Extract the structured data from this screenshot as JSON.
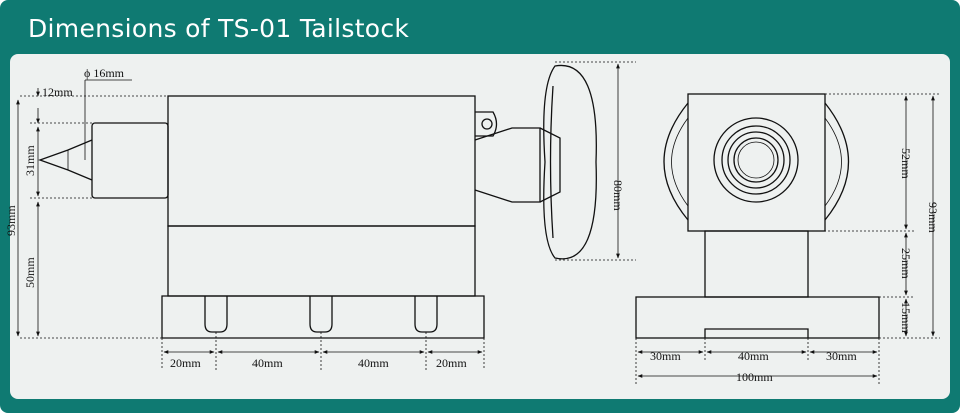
{
  "title": "Dimensions of TS-01 Tailstock",
  "dimensions": {
    "phi16": "ϕ 16mm",
    "d12": "12mm",
    "d31": "31mm",
    "d93_left": "93mm",
    "d50": "50mm",
    "d80": "80mm",
    "d20a": "20mm",
    "d40a": "40mm",
    "d40b": "40mm",
    "d20b": "20mm",
    "d52": "52mm",
    "d25": "25mm",
    "d15": "15mm",
    "d93_right": "93mm",
    "d30a": "30mm",
    "d40c": "40mm",
    "d30b": "30mm",
    "d100": "100mm"
  }
}
